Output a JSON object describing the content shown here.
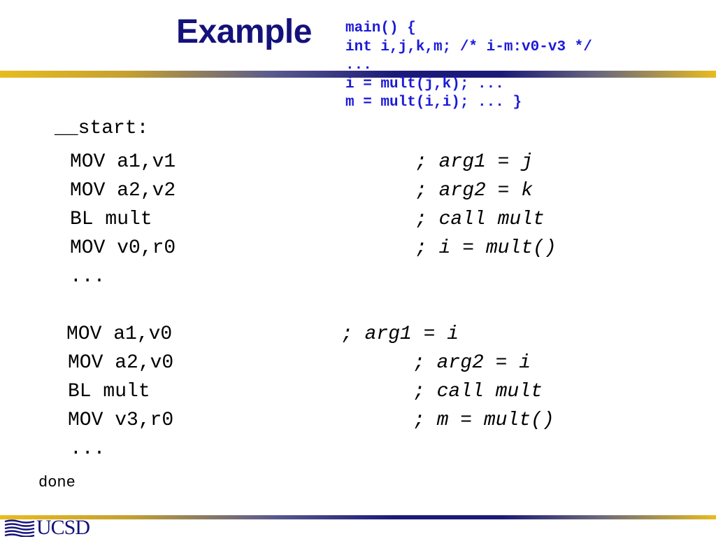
{
  "slide": {
    "title": "Example",
    "c_code": [
      "main() {",
      "int i,j,k,m; /* i-m:v0-v3 */",
      "...",
      "i = mult(j,k); ...",
      "m = mult(i,i); ... }"
    ],
    "label_start": "__start:",
    "block1": [
      {
        "instr": "MOV a1,v1",
        "comment": "; arg1 = j"
      },
      {
        "instr": "MOV a2,v2",
        "comment": "; arg2 = k"
      },
      {
        "instr": "BL mult",
        "comment": "; call mult"
      },
      {
        "instr": "MOV v0,r0",
        "comment": "; i = mult()"
      },
      {
        "instr": "...",
        "comment": ""
      }
    ],
    "block2": [
      {
        "instr": "MOV a1,v0",
        "comment": "; arg1 = i"
      },
      {
        "instr": "MOV a2,v0",
        "comment": "; arg2 = i"
      },
      {
        "instr": "BL mult",
        "comment": "; call mult"
      },
      {
        "instr": "MOV v3,r0",
        "comment": "; m = mult()"
      },
      {
        "instr": "...",
        "comment": ""
      }
    ],
    "label_done": "done",
    "logo_text": "UCSD",
    "colors": {
      "title": "#14127a",
      "code": "#1c1ad8",
      "gold": "#e8bc1e",
      "navy": "#1c1a78"
    }
  }
}
